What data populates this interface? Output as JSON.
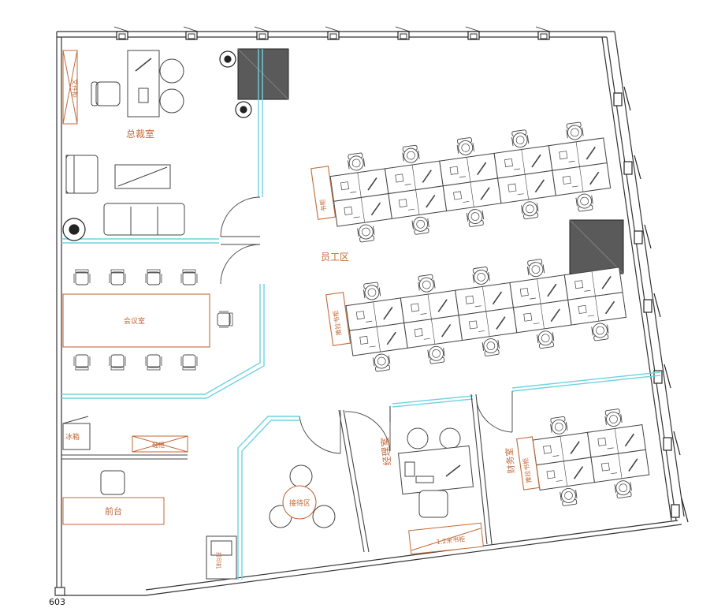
{
  "rooms": {
    "ceo_office": "总裁室",
    "meeting_room": "会议室",
    "staff_area": "员工区",
    "manager_room": "经理室",
    "reception_area": "接待区",
    "finance_room": "财务室",
    "front_desk": "前台"
  },
  "furniture": {
    "ceo_cabinet": "文件柜",
    "staff_cabinet_1": "书柜",
    "staff_cabinet_2": "推拉书柜",
    "finance_cabinet": "推拉书柜",
    "manager_cabinet": "1.2米书柜",
    "fridge": "冰箱",
    "shoe_cabinet": "鞋柜",
    "printer": "打印机"
  },
  "drawing_code": "603",
  "colors": {
    "wall": "#333333",
    "glass": "#6fd3e0",
    "label": "#c26a3a",
    "column": "#5a5a5a"
  }
}
